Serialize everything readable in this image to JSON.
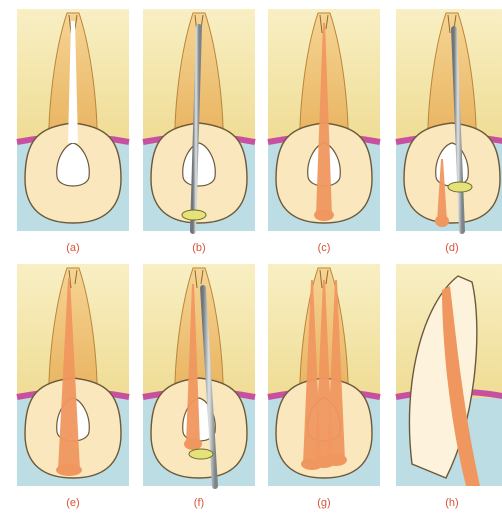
{
  "panels": [
    {
      "label": "(a)"
    },
    {
      "label": "(b)"
    },
    {
      "label": "(c)"
    },
    {
      "label": "(d)"
    },
    {
      "label": "(e)"
    },
    {
      "label": "(f)"
    },
    {
      "label": "(g)"
    },
    {
      "label": "(h)"
    }
  ],
  "colors": {
    "background": "#ffffff",
    "bone": "#f4e8a8",
    "gum_tissue": "#bcdde4",
    "gum_line": "#c850a0",
    "tooth_enamel": "#fae7bd",
    "root_dentin": "#eab865",
    "pulp_canal": "#ffffff",
    "gutta_percha": "#f0975f",
    "instrument": "#9ca3a6",
    "rubber_stop": "#e6e27a",
    "label": "#d9533a"
  }
}
